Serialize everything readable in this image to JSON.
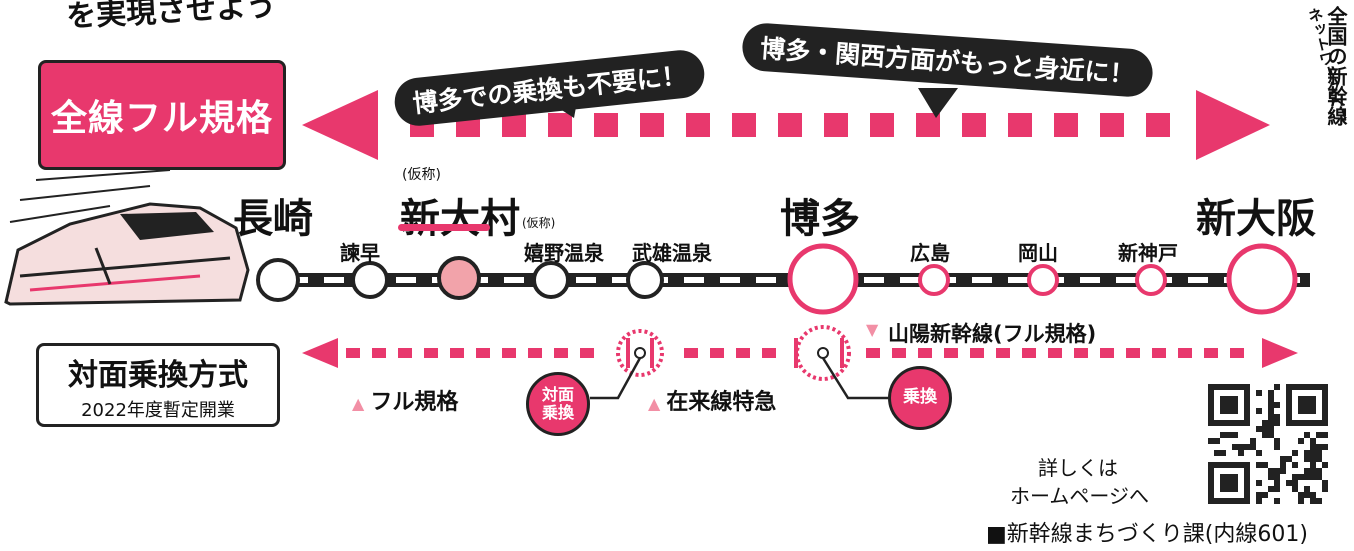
{
  "header": {
    "fragment": "を実現させよう",
    "full_spec_box": "全線フル規格",
    "bubble_left": "博多での乗換も不要に！",
    "bubble_right": "博多・関西方面がもっと身近に！",
    "vertical_main": "全国の新幹線",
    "vertical_sub": "ネットワークへ！"
  },
  "stations": {
    "nagasaki": "長崎",
    "shin_omura": "新大村",
    "kasho": "(仮称)",
    "hakata": "博多",
    "shin_osaka": "新大阪",
    "isahaya": "諫早",
    "ureshino": "嬉野温泉",
    "takeo": "武雄温泉",
    "hiroshima": "広島",
    "okayama": "岡山",
    "shin_kobe": "新神戸"
  },
  "legend": {
    "sanyo": "山陽新幹線(フル規格)",
    "full_spec": "フル規格",
    "zairai": "在来線特急",
    "taimen_badge": "対面乗換",
    "norikae_badge": "乗換",
    "taimen_title": "対面乗換方式",
    "taimen_sub": "2022年度暫定開業"
  },
  "footer": {
    "details_line1": "詳しくは",
    "details_line2": "ホームページへ",
    "contact": "■新幹線まちづくり課(内線601)"
  },
  "colors": {
    "accent": "#e8386d",
    "light_accent": "#f28fa5",
    "dark": "#222222"
  },
  "icons": [
    "train-illustration",
    "qr-code"
  ]
}
